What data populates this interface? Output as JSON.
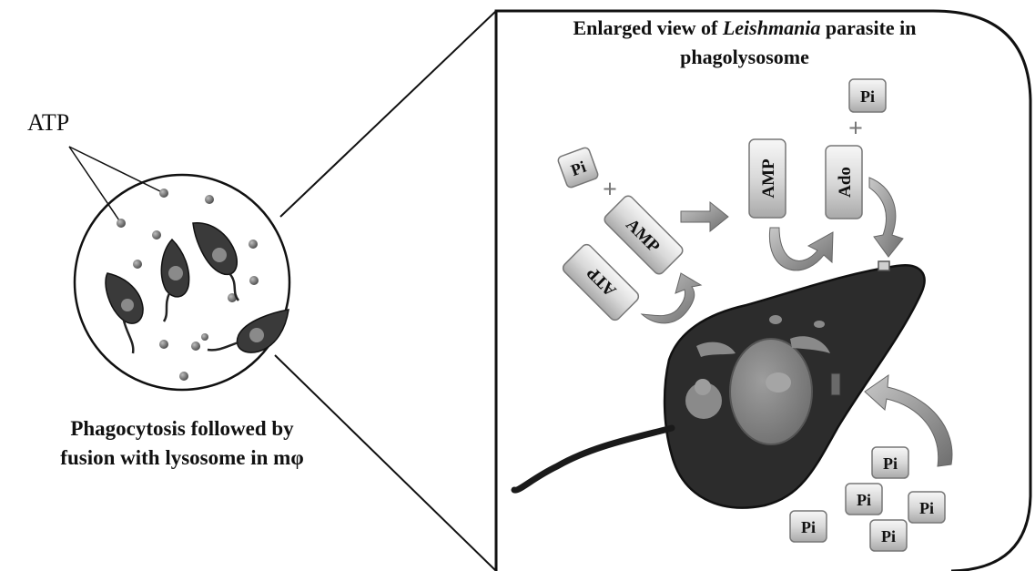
{
  "left_panel": {
    "atp_label": "ATP",
    "caption_line1": "Phagocytosis followed by",
    "caption_line2": "fusion with lysosome in mφ"
  },
  "right_panel": {
    "title_prefix": "Enlarged view of ",
    "title_italic": "Leishmania",
    "title_suffix": " parasite in",
    "title_line2": "phagolysosome",
    "molecules": {
      "atp": "ATP",
      "amp_rotated": "AMP",
      "amp_vertical": "AMP",
      "ado": "Ado",
      "pi": "Pi",
      "plus": "+"
    }
  },
  "colors": {
    "background": "#ffffff",
    "stroke": "#111111",
    "cell_dark": "#2a2a2a",
    "organelle": "#888888",
    "box_fill": "#e8e8e8",
    "arrow_fill": "#9a9a9a"
  }
}
